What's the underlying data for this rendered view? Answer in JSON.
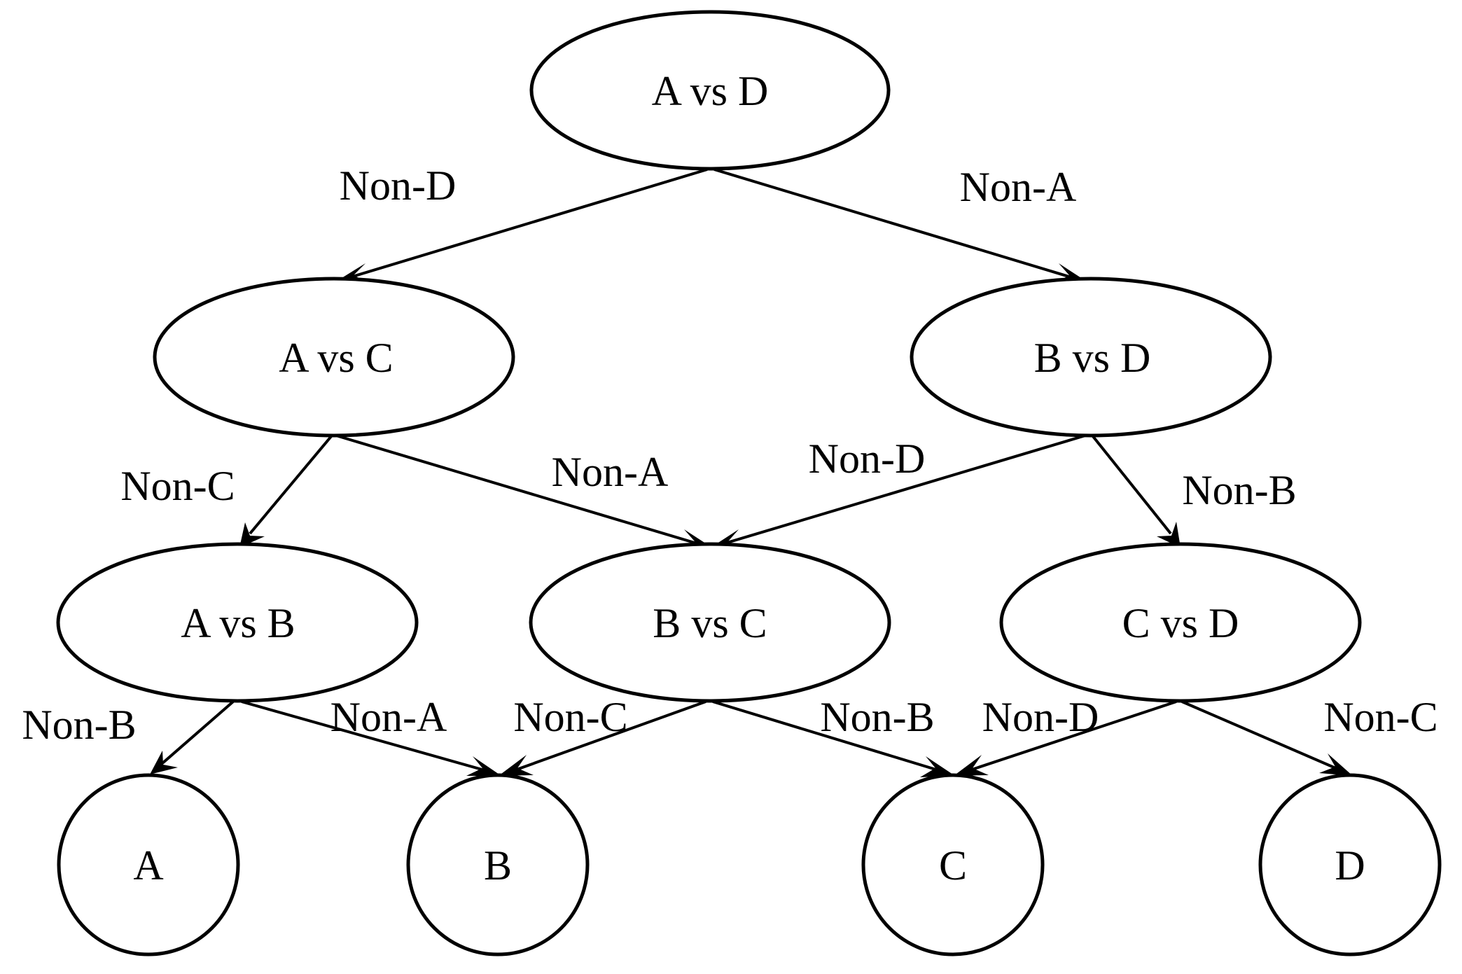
{
  "diagram": {
    "nodes": {
      "ad": "A vs D",
      "ac": "A vs C",
      "bd": "B vs D",
      "ab": "A vs B",
      "bc": "B vs C",
      "cd": "C vs D",
      "a": "A",
      "b": "B",
      "c": "C",
      "d": "D"
    },
    "edges": {
      "ad_ac": "Non-D",
      "ad_bd": "Non-A",
      "ac_ab": "Non-C",
      "ac_bc": "Non-A",
      "bd_bc": "Non-D",
      "bd_cd": "Non-B",
      "ab_a": "Non-B",
      "ab_b": "Non-A",
      "bc_b": "Non-C",
      "bc_c": "Non-B",
      "cd_c": "Non-D",
      "cd_d": "Non-C"
    },
    "colors": {
      "stroke": "#000000",
      "fill": "#ffffff"
    }
  }
}
